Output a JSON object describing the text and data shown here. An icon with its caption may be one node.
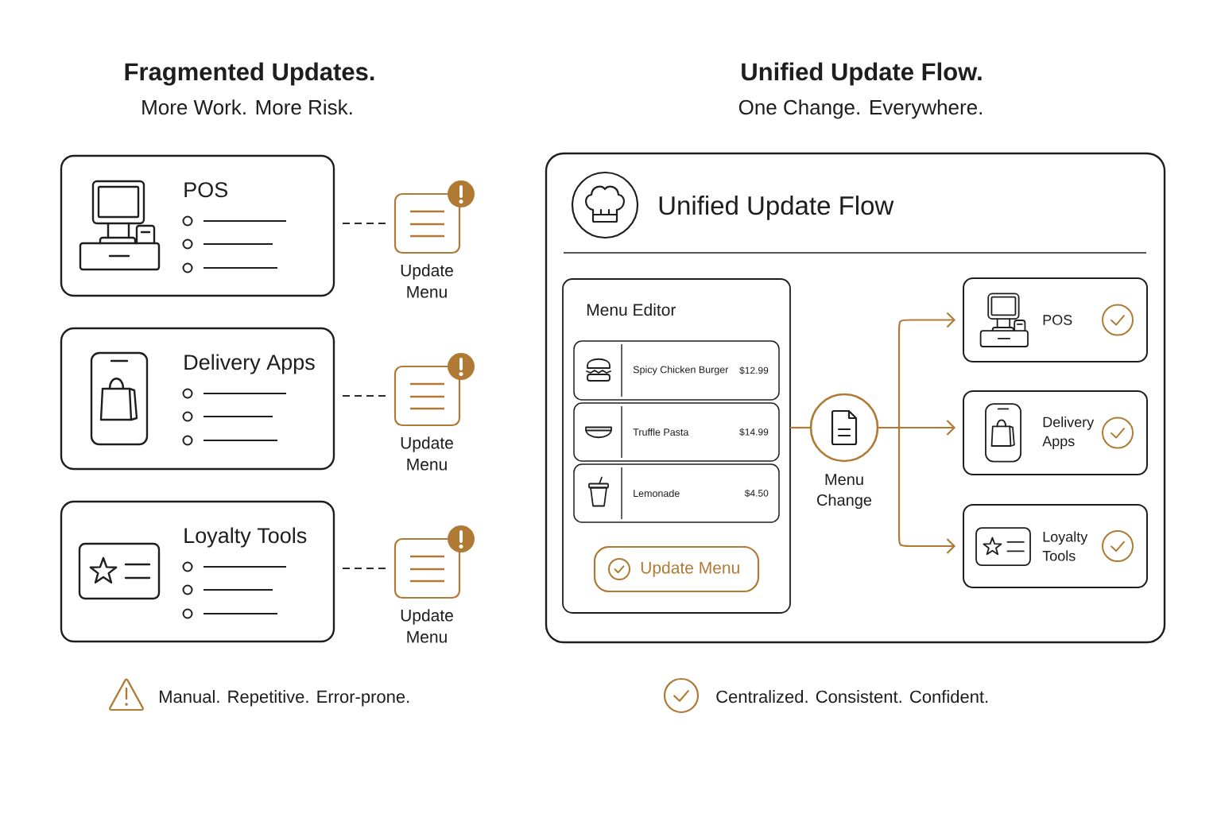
{
  "diagram": {
    "nodes": [
      {
        "text": [
          "POS"
        ]
      },
      {
        "text": [
          "Update Menu"
        ]
      },
      {
        "text": [
          "Delivery Apps"
        ]
      },
      {
        "text": [
          "Update Menu"
        ]
      },
      {
        "text": [
          "Loyalty Tools"
        ]
      },
      {
        "text": [
          "Update Menu"
        ]
      },
      {
        "text": [
          "Unified Update Flow"
        ]
      },
      {
        "text": [
          "Menu Editor"
        ],
        "in": 6
      },
      {
        "text": [
          "Spicy Chicken Burger",
          "$12.99"
        ],
        "in": 7
      },
      {
        "text": [
          "Truffle Pasta",
          "$14.99"
        ],
        "in": 7
      },
      {
        "text": [
          "Lemonade",
          "$4.50"
        ],
        "in": 7
      },
      {
        "text": [
          "Update Menu"
        ],
        "in": 7
      },
      {
        "text": [
          "Menu Change"
        ],
        "in": 6
      },
      {
        "text": [
          "POS"
        ],
        "in": 6
      },
      {
        "text": [
          "Delivery Apps"
        ],
        "in": 6
      },
      {
        "text": [
          "Loyalty Tools"
        ],
        "in": 6
      }
    ],
    "edges": [
      {
        "from": 0,
        "to": 1,
        "arrow": "none",
        "style": "dashed",
        "color": "#2b2b2b"
      },
      {
        "from": 2,
        "to": 3,
        "arrow": "none",
        "style": "dashed",
        "color": "#2b2b2b"
      },
      {
        "from": 4,
        "to": 5,
        "arrow": "none",
        "style": "dashed",
        "color": "#2b2b2b"
      },
      {
        "from": 7,
        "to": 12,
        "arrow": "none"
      },
      {
        "from": 12,
        "to": 13,
        "arrow": "to"
      },
      {
        "from": 12,
        "to": 14,
        "arrow": "to"
      },
      {
        "from": 12,
        "to": 15,
        "arrow": "to"
      }
    ],
    "labels": [
      "Fragmented Updates.",
      "More Work. More Risk.",
      "Unified Update Flow.",
      "One Change. Everywhere.",
      "Manual. Repetitive. Error-prone.",
      "Centralized. Consistent. Confident."
    ]
  }
}
